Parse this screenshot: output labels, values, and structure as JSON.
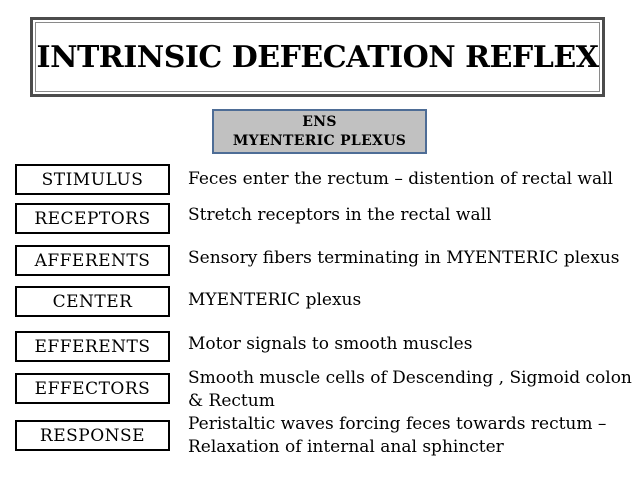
{
  "slide": {
    "title": "INTRINSIC DEFECATION REFLEX",
    "center_box": {
      "line1": "ENS",
      "line2": "MYENTERIC PLEXUS"
    },
    "rows": [
      {
        "label": "STIMULUS",
        "description": "Feces enter the rectum – distention of rectal wall"
      },
      {
        "label": "RECEPTORS",
        "description": "Stretch receptors in the rectal wall"
      },
      {
        "label": "AFFERENTS",
        "description": "Sensory fibers terminating in MYENTERIC plexus"
      },
      {
        "label": "CENTER",
        "description": "MYENTERIC plexus"
      },
      {
        "label": "EFFERENTS",
        "description": "Motor signals to smooth muscles"
      },
      {
        "label": "EFFECTORS",
        "description": "Smooth muscle cells of Descending , Sigmoid colon\n& Rectum"
      },
      {
        "label": "RESPONSE",
        "description": "Peristaltic waves forcing feces towards rectum –\nRelaxation of internal anal sphincter"
      }
    ],
    "colors": {
      "background": "#ffffff",
      "text": "#000000",
      "title_border_outer": "#4c4c4c",
      "title_border_inner": "#8a8a8a",
      "ens_box_fill": "#c1c1c1",
      "ens_box_border": "#4e6d96",
      "label_box_border": "#000000"
    }
  }
}
